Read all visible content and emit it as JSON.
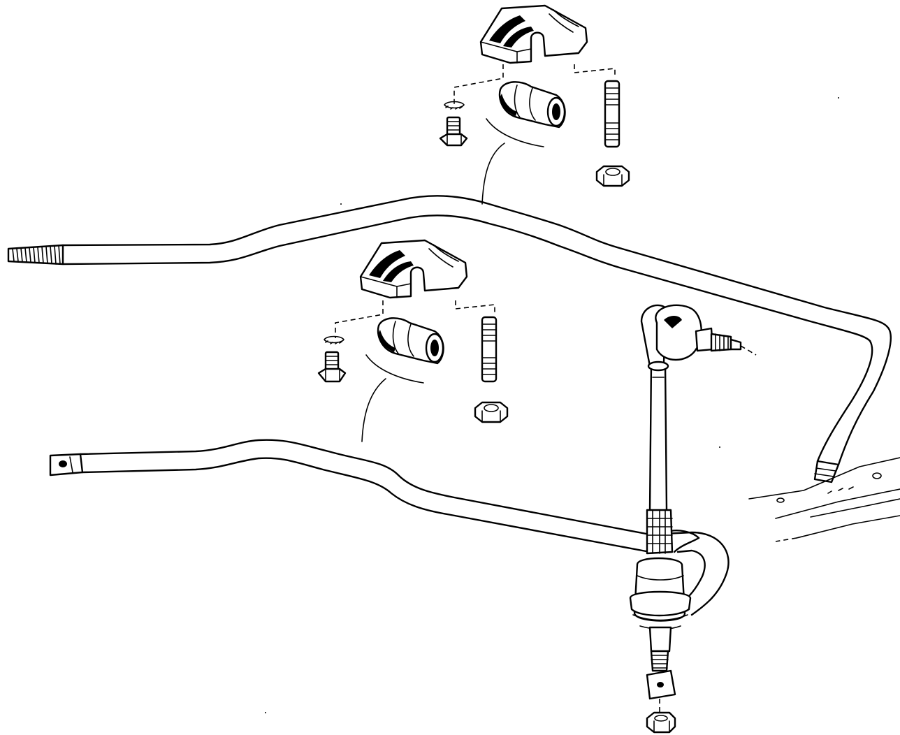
{
  "diagram": {
    "kind": "exploded-parts-view",
    "colors": {
      "ink": "#000000",
      "paper": "#ffffff"
    },
    "parts": [
      {
        "id": "upper-clamp-bracket",
        "icon": "clamp-bracket-icon"
      },
      {
        "id": "upper-rubber-bushing",
        "icon": "bushing-icon"
      },
      {
        "id": "upper-stud",
        "icon": "stud-icon"
      },
      {
        "id": "upper-bolt",
        "icon": "bolt-icon"
      },
      {
        "id": "upper-nut",
        "icon": "nut-icon"
      },
      {
        "id": "lower-clamp-bracket",
        "icon": "clamp-bracket-icon"
      },
      {
        "id": "lower-rubber-bushing",
        "icon": "bushing-icon"
      },
      {
        "id": "lower-stud",
        "icon": "stud-icon"
      },
      {
        "id": "lower-bolt",
        "icon": "bolt-icon"
      },
      {
        "id": "lower-nut",
        "icon": "nut-icon"
      },
      {
        "id": "stabilizer-bar-upper",
        "icon": "stabilizer-bar-icon"
      },
      {
        "id": "stabilizer-bar-lower",
        "icon": "stabilizer-bar-icon"
      },
      {
        "id": "drop-link",
        "icon": "drop-link-icon"
      },
      {
        "id": "link-nut",
        "icon": "nut-icon"
      },
      {
        "id": "chassis-plate",
        "icon": "chassis-plate-icon"
      }
    ]
  }
}
